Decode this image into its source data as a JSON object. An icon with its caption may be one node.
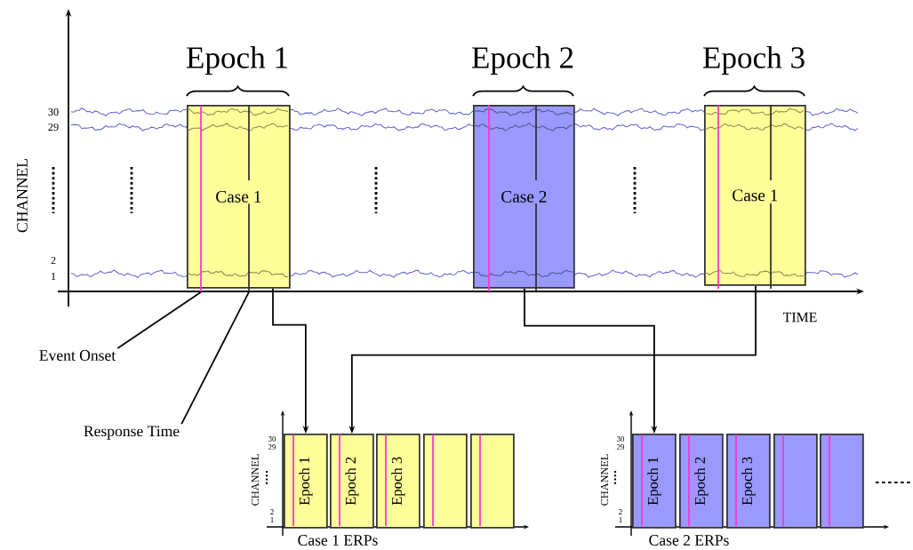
{
  "diagram": {
    "nodes": [
      {
        "text": [
          "Epoch 1",
          "Case 1"
        ]
      },
      {
        "text": [
          "Epoch 2",
          "Case 2"
        ]
      },
      {
        "text": [
          "Epoch 3",
          "Case 1"
        ]
      },
      {
        "text": [
          "Event Onset"
        ]
      },
      {
        "text": [
          "Response Time"
        ]
      },
      {
        "text": [
          "Epoch 1"
        ]
      },
      {
        "text": [
          "Epoch 2"
        ]
      },
      {
        "text": [
          "Epoch 3"
        ]
      },
      {
        "text": [],
        "shape": "box"
      },
      {
        "text": [],
        "shape": "box"
      },
      {
        "text": [
          "Epoch 1"
        ]
      },
      {
        "text": [
          "Epoch 2"
        ]
      },
      {
        "text": [
          "Epoch 3"
        ]
      },
      {
        "text": [],
        "shape": "box"
      },
      {
        "text": [],
        "shape": "box"
      },
      {
        "text": [],
        "shape": "line",
        "in": 0
      },
      {
        "text": [],
        "shape": "line",
        "in": 0
      }
    ],
    "edges": [
      {
        "from": 3,
        "to": 15,
        "arrow": "none"
      },
      {
        "from": 4,
        "to": 16,
        "arrow": "none"
      },
      {
        "from": 0,
        "to": 5,
        "arrow": "to"
      },
      {
        "from": 2,
        "to": 6,
        "arrow": "to"
      },
      {
        "from": 1,
        "to": 10,
        "arrow": "to"
      }
    ],
    "labels": [
      "30",
      "29",
      "2",
      "1",
      "CHANNEL",
      "TIME",
      "30",
      "29",
      "2",
      "1",
      "CHANNEL",
      "Case 1 ERPs",
      "30",
      "29",
      "2",
      "1",
      "CHANNEL",
      "Case 2 ERPs"
    ]
  }
}
